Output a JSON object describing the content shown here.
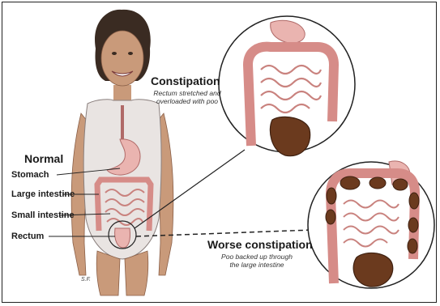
{
  "labels": {
    "normal": "Normal",
    "stomach": "Stomach",
    "large_intestine": "Large intestine",
    "small_intestine": "Small intestine",
    "rectum": "Rectum"
  },
  "constipation": {
    "title": "Constipation",
    "desc_line1": "Rectum stretched and",
    "desc_line2": "overloaded with poo"
  },
  "worse_constipation": {
    "title": "Worse constipation",
    "desc_line1": "Poo backed up through",
    "desc_line2": "the large intestine"
  },
  "signature": "S.F.",
  "colors": {
    "skin": "#c99a7a",
    "hair": "#3a2b22",
    "organ_pink": "#eab4b0",
    "organ_outline": "#b06a68",
    "poo": "#6b3a1e",
    "outline": "#222222"
  }
}
